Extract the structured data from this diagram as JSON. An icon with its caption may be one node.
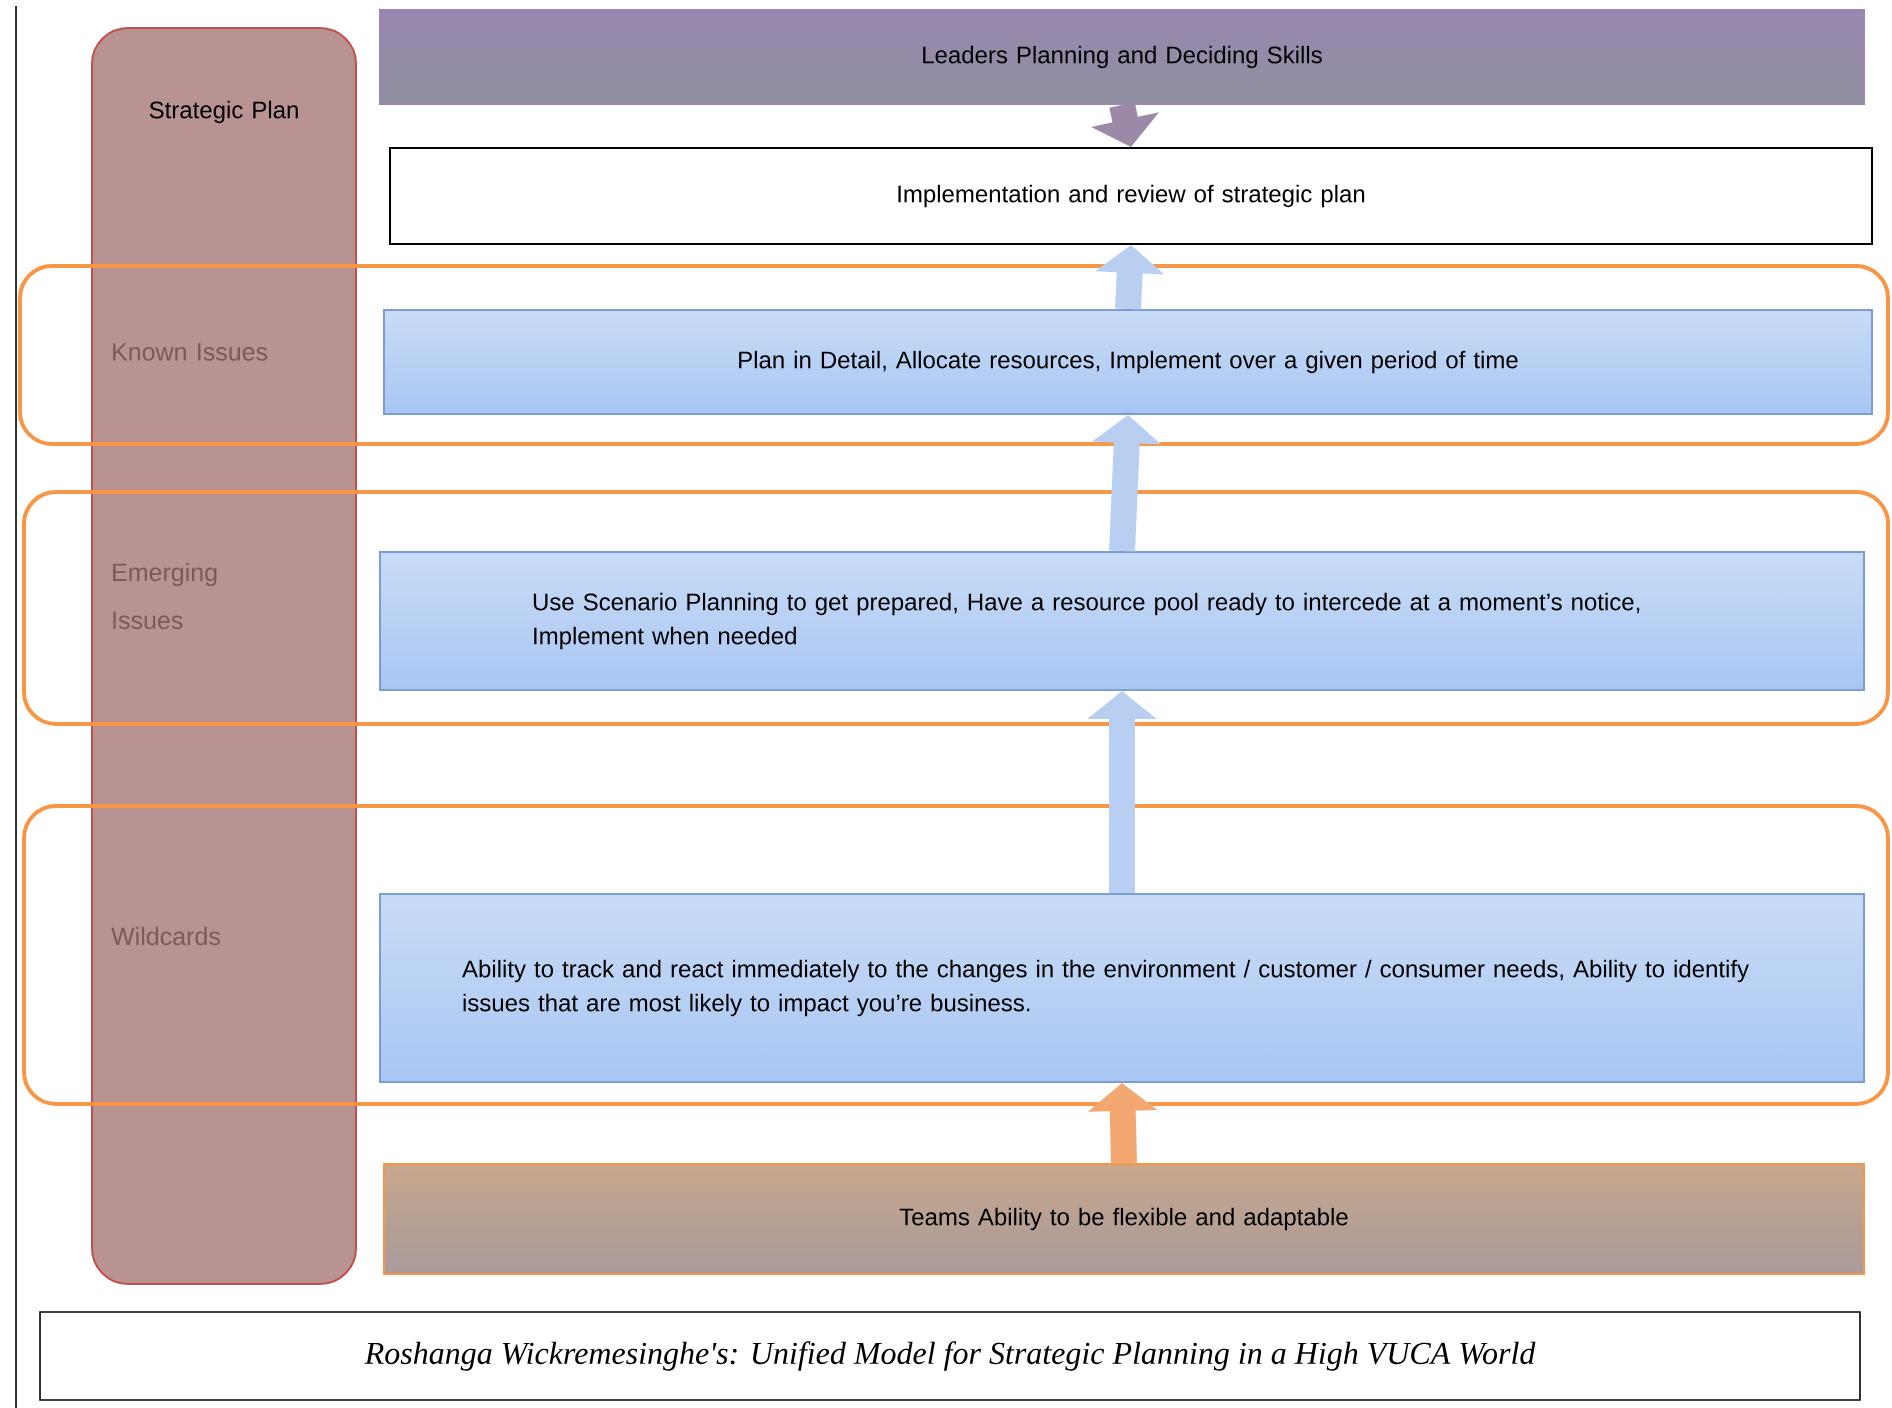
{
  "diagram": {
    "caption": "Roshanga Wickremesinghe's: Unified Model for Strategic Planning in a High VUCA World",
    "nodes": [
      {
        "text": [
          "Strategic Plan"
        ]
      },
      {
        "text": [
          "Leaders Planning and Deciding Skills"
        ]
      },
      {
        "text": [
          "Implementation and review of strategic plan"
        ]
      },
      {
        "text": [
          "Known Issues"
        ]
      },
      {
        "text": [
          "Plan in Detail, Allocate resources, Implement over a given period of time"
        ],
        "in": 3
      },
      {
        "text": [
          "Emerging Issues"
        ]
      },
      {
        "text": [
          "Use Scenario Planning to get prepared, Have a resource pool ready to intercede at a moment’s notice, Implement when needed"
        ],
        "in": 5
      },
      {
        "text": [
          "Wildcards"
        ]
      },
      {
        "text": [
          "Ability to track and react immediately to the changes in the environment / customer / consumer needs, Ability to identify issues that are most likely to impact you’re business."
        ],
        "in": 7
      },
      {
        "text": [
          "Teams Ability to be flexible and adaptable"
        ]
      }
    ],
    "edges": [
      {
        "from": 1,
        "to": 2,
        "arrow": "to",
        "color": "#9a8aa8"
      },
      {
        "from": 4,
        "to": 2,
        "arrow": "to"
      },
      {
        "from": 6,
        "to": 4,
        "arrow": "to"
      },
      {
        "from": 8,
        "to": 6,
        "arrow": "to"
      },
      {
        "from": 9,
        "to": 8,
        "arrow": "to",
        "color": "#f2a870"
      }
    ]
  }
}
